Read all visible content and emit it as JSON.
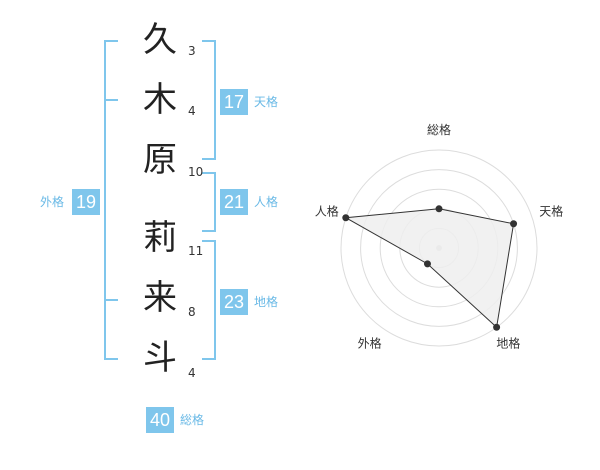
{
  "name": {
    "chars": [
      {
        "char": "久",
        "strokes": "3"
      },
      {
        "char": "木",
        "strokes": "4"
      },
      {
        "char": "原",
        "strokes": "10"
      },
      {
        "char": "莉",
        "strokes": "11"
      },
      {
        "char": "来",
        "strokes": "8"
      },
      {
        "char": "斗",
        "strokes": "4"
      }
    ]
  },
  "fortunes": {
    "tenkaku": {
      "label": "天格",
      "value": "17"
    },
    "jinkaku": {
      "label": "人格",
      "value": "21"
    },
    "chikaku": {
      "label": "地格",
      "value": "23"
    },
    "gaikaku": {
      "label": "外格",
      "value": "19"
    },
    "soukaku": {
      "label": "総格",
      "value": "40"
    }
  },
  "colors": {
    "accent": "#7fc6ec",
    "label": "#69b9e6",
    "radar_fill": "#efefef",
    "radar_stroke": "#333333"
  },
  "chart_data": {
    "type": "radar",
    "axes": [
      "総格",
      "天格",
      "地格",
      "外格",
      "人格"
    ],
    "levels": 4,
    "values": [
      2,
      4,
      5,
      1,
      5
    ],
    "max": 5
  }
}
